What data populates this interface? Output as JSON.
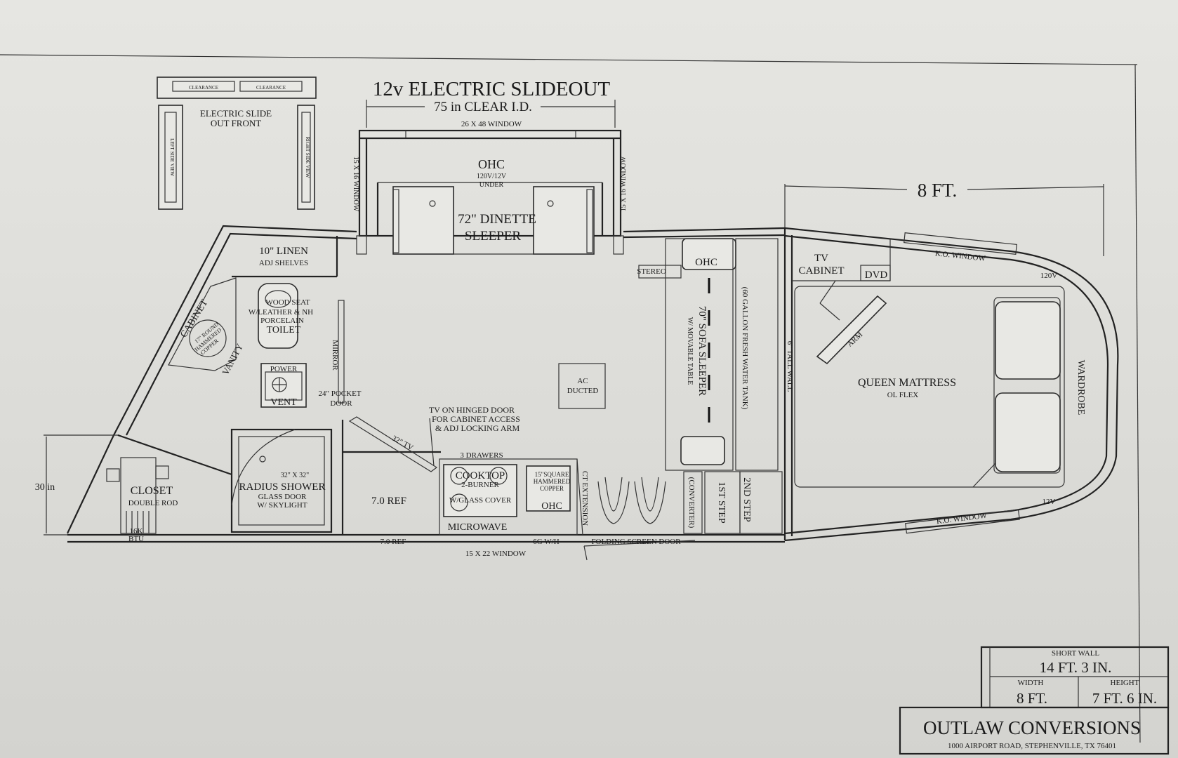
{
  "title": {
    "main": "12v ELECTRIC SLIDEOUT",
    "clear_id": "75 in CLEAR I.D.",
    "width_dim": "8 FT."
  },
  "slide_detail": {
    "label_line1": "ELECTRIC SLIDE",
    "label_line2": "OUT FRONT",
    "top_text_left": "CLEARANCE",
    "top_text_right": "CLEARANCE",
    "side_text_left": "LEFT SIDE VIEW",
    "side_text_right": "RIGHT SIDE VIEW"
  },
  "slideout": {
    "top_window": "26 X 48 WINDOW",
    "left_window": "15 X 16 WINDOW",
    "right_window": "15 X 16 WINDOW",
    "ohc": "OHC",
    "ohc_sub1": "120V/12V",
    "ohc_sub2": "UNDER",
    "dinette_line1": "72\" DINETTE",
    "dinette_line2": "SLEEPER"
  },
  "bath": {
    "linen_line1": "10\" LINEN",
    "linen_line2": "ADJ SHELVES",
    "cabinet": "CABINET",
    "round_line1": "17\" ROUND",
    "round_line2": "HAMMERED",
    "round_line3": "COPPER",
    "vanity": "VANITY",
    "toilet_line1": "WOOD SEAT",
    "toilet_line2": "W/LEATHER & NH",
    "toilet_line3": "PORCELAIN",
    "toilet_line4": "TOILET",
    "mirror": "MIRROR",
    "power": "POWER",
    "vent": "VENT",
    "pocket_line1": "24\" POCKET",
    "pocket_line2": "DOOR",
    "shower_size": "32\" X 32\"",
    "shower_line1": "RADIUS SHOWER",
    "shower_line2": "GLASS DOOR",
    "shower_line3": "W/ SKYLIGHT"
  },
  "living": {
    "ac_line1": "AC",
    "ac_line2": "DUCTED",
    "tv_note_line1": "TV ON HINGED DOOR",
    "tv_note_line2": "FOR CABINET ACCESS",
    "tv_note_line3": "& ADJ LOCKING ARM",
    "tv_size": "32\" TV",
    "drawers": "3 DRAWERS",
    "ref": "7.0 REF",
    "ref_bottom": "7.0 REF",
    "cooktop_line1": "COOKTOP",
    "cooktop_line2": "2-BURNER",
    "cooktop_line3": "W/GLASS COVER",
    "microwave": "MICROWAVE",
    "sink_line1": "15\"SQUARE",
    "sink_line2": "HAMMERED",
    "sink_line3": "COPPER",
    "sink_ohc": "OHC",
    "ct_ext": "CT EXTENSION",
    "water_heater": "6G W/H",
    "bottom_window": "15 X 22 WINDOW",
    "screen_door": "FOLDING SCREEN DOOR",
    "closet_line1": "CLOSET",
    "closet_line2": "DOUBLE ROD",
    "btu_line1": "16K",
    "btu_line2": "BTU",
    "dim_30": "30 in"
  },
  "gooseneck": {
    "stereo": "STEREO",
    "ohc": "OHC",
    "sofa_line1": "70\" SOFA SLEEPER",
    "sofa_line2": "W/ MOVABLE TABLE",
    "tank": "(60 GALLON FRESH WATER TANK)",
    "tall_wall": "6\" TALL WALL",
    "converter": "(CONVERTER)",
    "step1": "1ST STEP",
    "step2": "2ND STEP",
    "tv_cabinet_line1": "TV",
    "tv_cabinet_line2": "CABINET",
    "dvd": "DVD",
    "ko_top": "K.O. WINDOW",
    "ko_bottom": "K.O. WINDOW",
    "v120": "120V",
    "v12": "12V",
    "mattress_line1": "QUEEN MATTRESS",
    "mattress_line2": "OL FLEX",
    "tv_arm": "ARM",
    "wardrobe": "WARDROBE"
  },
  "title_block": {
    "short_wall_label": "SHORT WALL",
    "short_wall_value": "14 FT. 3 IN.",
    "width_label": "WIDTH",
    "width_value": "8 FT.",
    "height_label": "HEIGHT",
    "height_value": "7 FT. 6 IN.",
    "company": "OUTLAW CONVERSIONS",
    "address": "1000 AIRPORT ROAD, STEPHENVILLE, TX 76401"
  }
}
